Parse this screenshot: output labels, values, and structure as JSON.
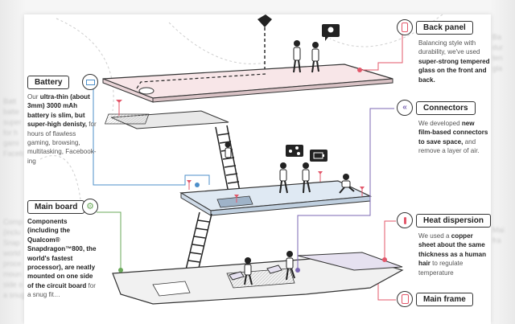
{
  "callouts": {
    "battery": {
      "title": "Battery",
      "text_lead": "Our ",
      "text_bold": "ultra-thin (about 3mm) 3000 mAh battery is slim, but super-high denisty,",
      "text_tail": " for hours of flawless gaming, browsing, multitasking, Facebook-ing"
    },
    "main_board": {
      "title": "Main board",
      "text_bold": "Components (including the Qualcom® Snapdragon™800, the world's fastest processor), are neatly mounted on one side of the circuit board",
      "text_tail": " for a snug fit…"
    },
    "back_panel": {
      "title": "Back panel",
      "text_lead": "Balancing style with durability, we've used ",
      "text_bold": "super-strong tempered glass on the front and back."
    },
    "connectors": {
      "title": "Connectors",
      "text_lead": "We developed ",
      "text_bold": "new film-based connectors to save space,",
      "text_tail": " and remove a layer of air."
    },
    "heat_dispersion": {
      "title": "Heat dispersion",
      "text_lead": "We used a ",
      "text_bold": "copper sheet about the same thickness as a human hair",
      "text_tail": " to regulate temperature"
    },
    "main_frame": {
      "title": "Main frame"
    }
  },
  "colors": {
    "back_panel": "#e3576a",
    "battery": "#4d8fc9",
    "main_board": "#6aa85a",
    "connectors": "#7b67b3",
    "heat_dispersion": "#e3576a",
    "main_frame": "#e3576a",
    "back_panel_fill": "#f8e6e8",
    "battery_fill": "#dfe9f3",
    "connector_fill": "#e6e1f0"
  },
  "icons": {
    "back_panel": "phone-icon",
    "battery": "battery-icon",
    "main_board": "gears-icon",
    "connectors": "chevrons-icon",
    "heat_dispersion": "thermometer-icon",
    "main_frame": "frame-icon",
    "top_marker": "heart-pin-icon",
    "idea_bubble": "lightbulb-icon",
    "molecule_bubble": "molecule-icon",
    "battery_bubble": "battery-icon"
  }
}
